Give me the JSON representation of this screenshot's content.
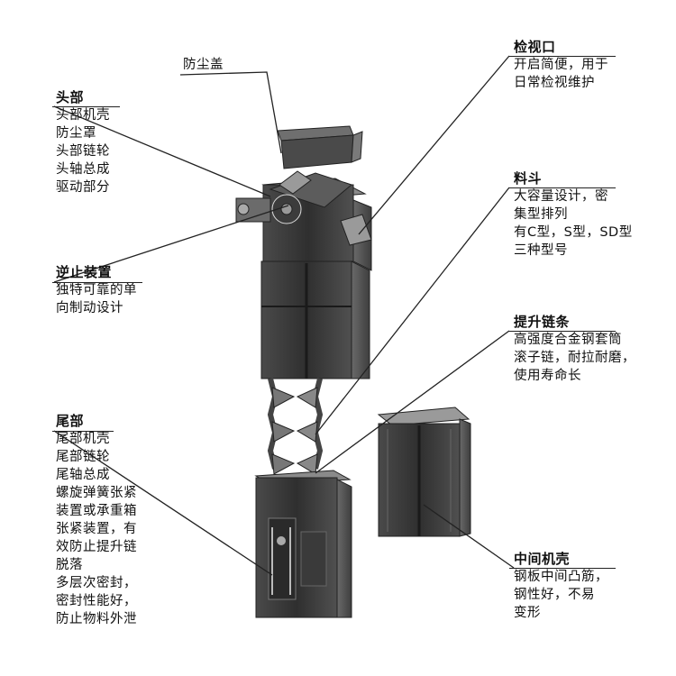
{
  "callouts": {
    "dust_cover": {
      "title": "防尘盖"
    },
    "head": {
      "title": "头部",
      "lines": [
        "头部机壳",
        "防尘罩",
        "头部链轮",
        "头轴总成",
        "驱动部分"
      ]
    },
    "backstop": {
      "title": "逆止装置",
      "lines": [
        "独特可靠的单",
        "向制动设计"
      ]
    },
    "tail": {
      "title": "尾部",
      "lines": [
        "尾部机壳",
        "尾部链轮",
        "尾轴总成",
        "螺旋弹簧张紧",
        "装置或承重箱",
        "张紧装置，有",
        "效防止提升链",
        "脱落",
        "多层次密封，",
        "密封性能好，",
        "防止物料外泄"
      ]
    },
    "inspection": {
      "title": "检视口",
      "lines": [
        "开启简便，用于",
        "日常检视维护"
      ]
    },
    "bucket": {
      "title": "料斗",
      "lines": [
        "大容量设计，密",
        "集型排列",
        "有C型，S型，SD型",
        "三种型号"
      ]
    },
    "chain": {
      "title": "提升链条",
      "lines": [
        "高强度合金钢套筒",
        "滚子链，耐拉耐磨，",
        "使用寿命长"
      ]
    },
    "middle_casing": {
      "title": "中间机壳",
      "lines": [
        "钢板中间凸筋，",
        "钢性好，不易",
        "变形"
      ]
    }
  },
  "colors": {
    "casing_dark": "#3a3a3a",
    "casing_mid": "#5a5a5a",
    "casing_light": "#8a8a8a",
    "line": "#222222"
  }
}
